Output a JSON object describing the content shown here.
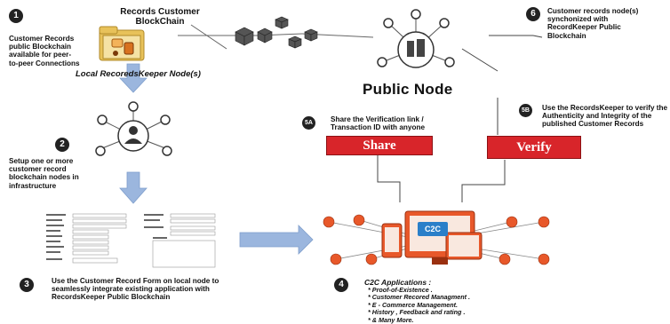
{
  "top_title": "Records Customer\nBlockChain",
  "step1": {
    "num": "1",
    "text": "Customer Records public Blockchain available for peer-to-peer Connections"
  },
  "local_label": "Local RecoredsKeeper Node(s)",
  "public_node": "Public Node",
  "step6": {
    "num": "6",
    "text": "Customer records node(s) synchonized with RecordKeeper Public Blockchain"
  },
  "step2": {
    "num": "2",
    "text": "Setup one or more customer record blockchain nodes in infrastructure"
  },
  "step5a": {
    "num": "5A",
    "text": "Share the Verification link / Transaction ID with anyone",
    "button": "Share"
  },
  "step5b": {
    "num": "5B",
    "text": "Use the RecordsKeeper to verify the Authenticity and Integrity of the published Customer Records",
    "button": "Verify"
  },
  "step3": {
    "num": "3",
    "text": "Use the Customer Record Form on local node to seamlessly integrate existing application with RecordsKeeper Public Blockchain"
  },
  "step4": {
    "num": "4",
    "title": "C2C Applications :",
    "items": [
      "* Proof-of-Existence .",
      "* Customer Recored Managment .",
      "* E - Commerce Management.",
      "* History , Feedback and rating .",
      "* & Many More."
    ]
  },
  "c2c_badge": "C2C",
  "colors": {
    "button_red": "#d8252a",
    "arrow_blue": "#9bb6de",
    "badge_dark": "#222222",
    "accent_orange": "#e8582a"
  }
}
